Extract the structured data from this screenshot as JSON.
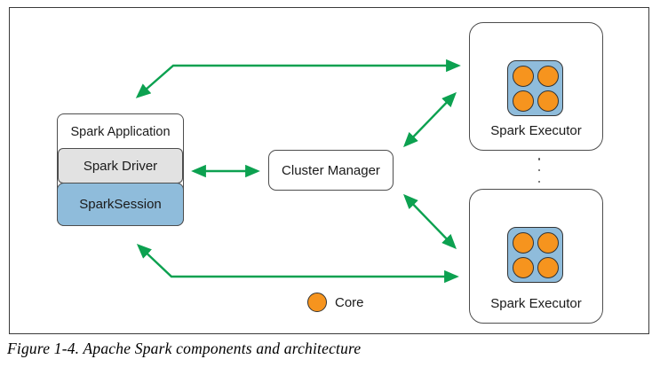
{
  "figure": {
    "caption": "Figure 1-4. Apache Spark components and architecture"
  },
  "diagram": {
    "application": {
      "title": "Spark Application",
      "driver": "Spark Driver",
      "session": "SparkSession"
    },
    "cluster_manager": "Cluster Manager",
    "executor_top": "Spark Executor",
    "executor_bottom": "Spark Executor",
    "legend": "Core",
    "cores_per_executor": 4
  },
  "colors": {
    "arrow-green": "#0ca150",
    "core-orange": "#f6941e",
    "panel-blue": "#8fbcdb",
    "driver-grey": "#e2e2e2",
    "border-dark": "#4d4d4d"
  }
}
